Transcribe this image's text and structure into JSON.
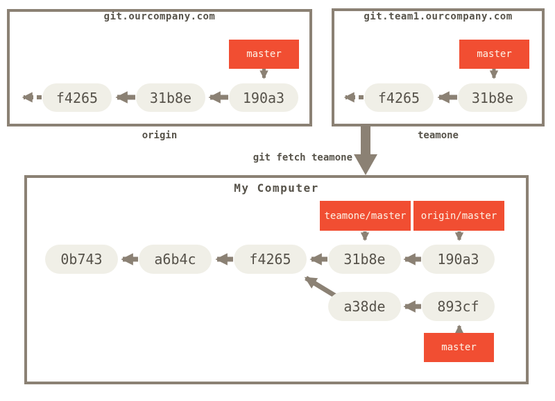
{
  "colors": {
    "orange": "#f14e32",
    "gray": "#8b8174",
    "pill-bg": "#f0efe7",
    "pill-text": "#56524a",
    "label-text": "#fdf3e7",
    "title-text": "#57534a"
  },
  "origin_repo": {
    "title": "git.ourcompany.com",
    "caption": "origin",
    "branch_label": "master",
    "commits": [
      "f4265",
      "31b8e",
      "190a3"
    ]
  },
  "teamone_repo": {
    "title": "git.team1.ourcompany.com",
    "caption": "teamone",
    "branch_label": "master",
    "commits": [
      "f4265",
      "31b8e"
    ]
  },
  "command_label": "git fetch teamone",
  "local_repo": {
    "title": "My Computer",
    "remote_ref_labels": [
      "teamone/master",
      "origin/master"
    ],
    "branch_label": "master",
    "main_commits": [
      "0b743",
      "a6b4c",
      "f4265",
      "31b8e",
      "190a3"
    ],
    "merged_branch_commits": [
      "a38de",
      "893cf"
    ]
  }
}
